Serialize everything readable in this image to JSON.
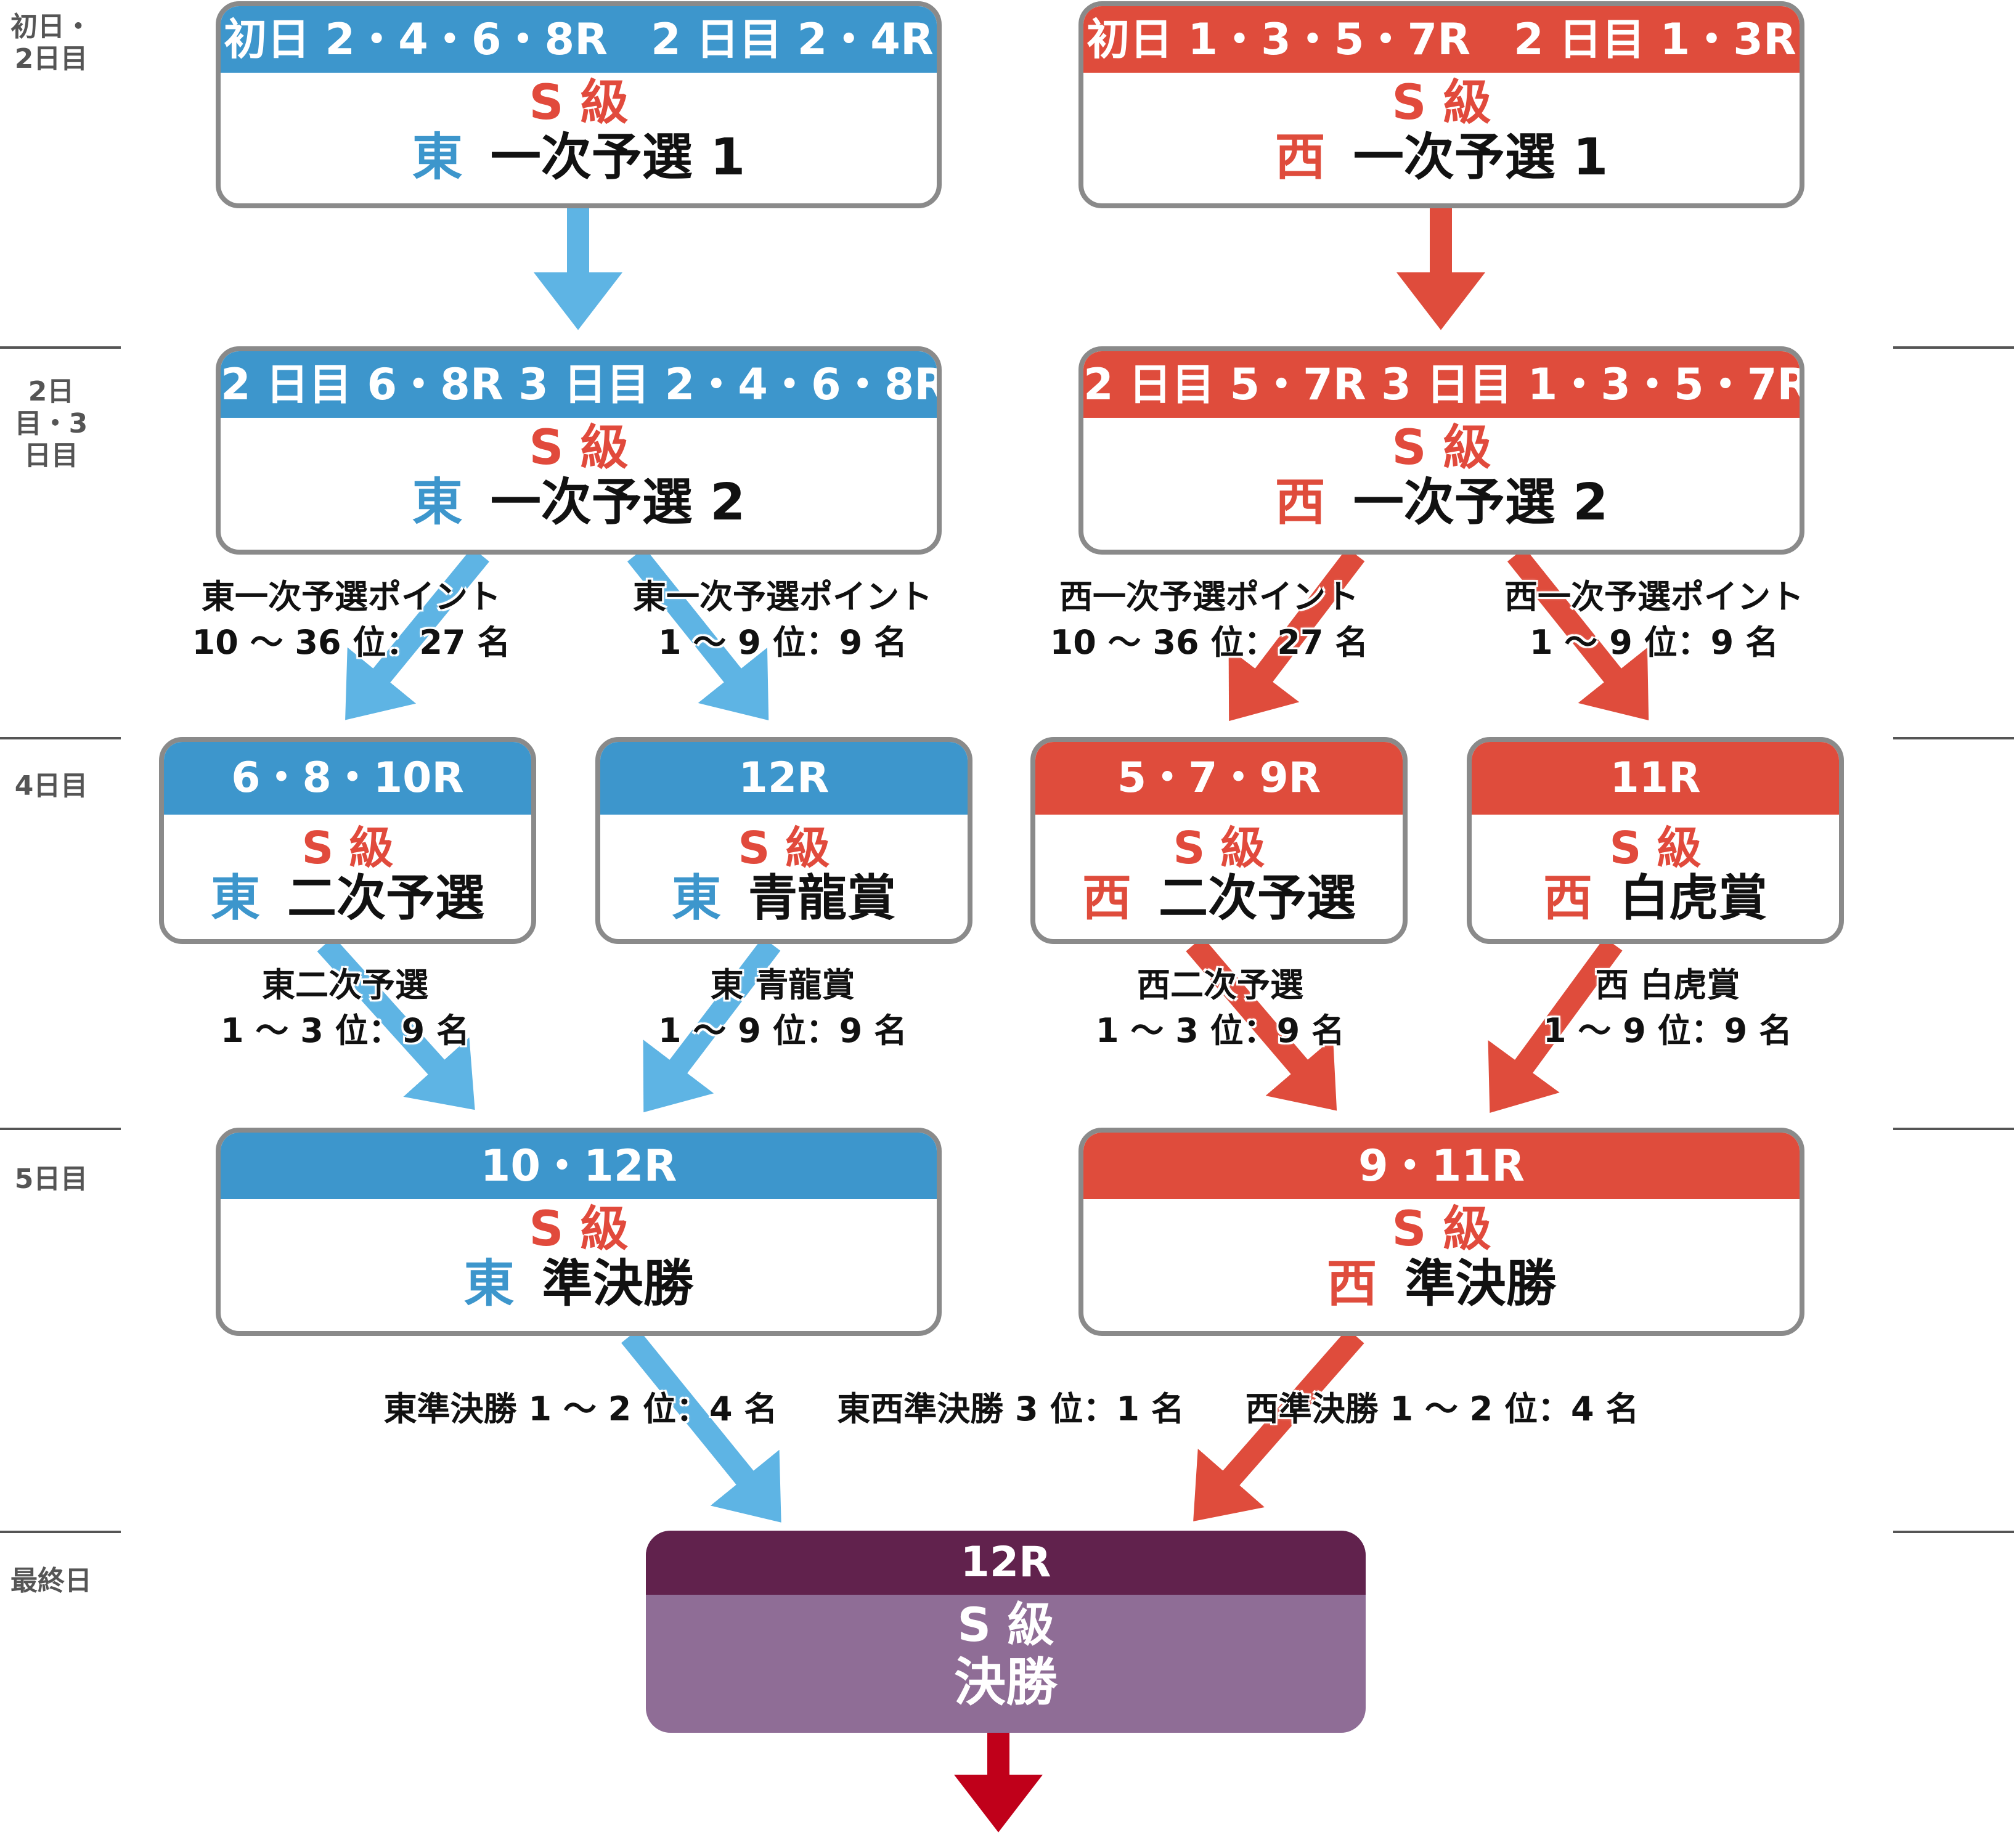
{
  "days": [
    "初日・2日目",
    "2日目・3日目",
    "4日目",
    "5日目",
    "最終日"
  ],
  "colors": {
    "east": "#3d96cc",
    "west": "#df4c3c",
    "final_header": "#61224d",
    "final_body": "#8f6d96",
    "arrow_east": "#5eb4e4",
    "arrow_west": "#df4c3c",
    "arrow_final": "#c0001a"
  },
  "cards": {
    "east_r1": {
      "header": "初日 2・4・6・8R　2 日目 2・4R",
      "grade": "S 級",
      "region": "東",
      "name": "一次予選 1"
    },
    "west_r1": {
      "header": "初日 1・3・5・7R　2 日目 1・3R",
      "grade": "S 級",
      "region": "西",
      "name": "一次予選 1"
    },
    "east_r2": {
      "header": "2 日目 6・8R  3 日目 2・4・6・8R",
      "grade": "S 級",
      "region": "東",
      "name": "一次予選 2"
    },
    "west_r2": {
      "header": "2 日目 5・7R  3 日目 1・3・5・7R",
      "grade": "S 級",
      "region": "西",
      "name": "一次予選 2"
    },
    "east_second": {
      "header": "6・8・10R",
      "grade": "S 級",
      "region": "東",
      "name": "二次予選"
    },
    "east_seiryu": {
      "header": "12R",
      "grade": "S 級",
      "region": "東",
      "name": "青龍賞"
    },
    "west_second": {
      "header": "5・7・9R",
      "grade": "S 級",
      "region": "西",
      "name": "二次予選"
    },
    "west_byakko": {
      "header": "11R",
      "grade": "S 級",
      "region": "西",
      "name": "白虎賞"
    },
    "east_semi": {
      "header": "10・12R",
      "grade": "S 級",
      "region": "東",
      "name": "準決勝"
    },
    "west_semi": {
      "header": "9・11R",
      "grade": "S 級",
      "region": "西",
      "name": "準決勝"
    },
    "final": {
      "header": "12R",
      "grade": "S 級",
      "name": "決勝"
    }
  },
  "labels": {
    "e2_to_second": {
      "line1": "東一次予選ポイント",
      "line2": "10 〜 36 位：27 名"
    },
    "e2_to_seiryu": {
      "line1": "東一次予選ポイント",
      "line2": "1 〜 9 位：9 名"
    },
    "w2_to_second": {
      "line1": "西一次予選ポイント",
      "line2": "10 〜 36 位：27 名"
    },
    "w2_to_byakko": {
      "line1": "西一次予選ポイント",
      "line2": "1 〜 9 位：9 名"
    },
    "e_second_adv": {
      "line1": "東二次予選",
      "line2": "1 〜 3 位：9 名"
    },
    "e_seiryu_adv": {
      "line1": "東  青龍賞",
      "line2": "1 〜 9 位：9 名"
    },
    "w_second_adv": {
      "line1": "西二次予選",
      "line2": "1 〜 3 位：9 名"
    },
    "w_byakko_adv": {
      "line1": "西  白虎賞",
      "line2": "1 〜 9 位：9 名"
    },
    "east_semi_adv": "東準決勝 1 〜 2 位：4 名",
    "third_adv": "東西準決勝 3 位：1 名",
    "west_semi_adv": "西準決勝 1 〜 2 位：4 名"
  }
}
